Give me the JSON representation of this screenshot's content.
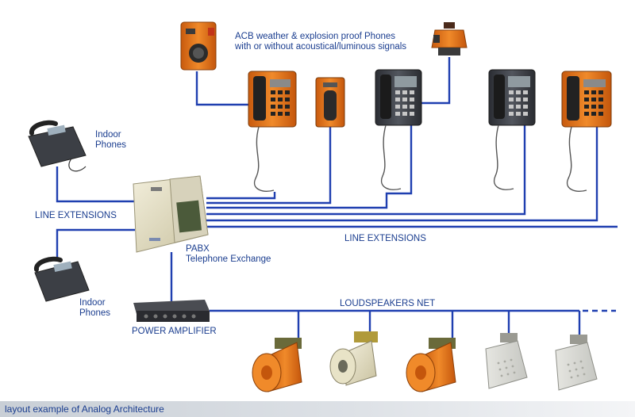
{
  "labels": {
    "acb_line1": "ACB weather & explosion proof Phones",
    "acb_line2": "with or without acoustical/luminous signals",
    "indoor_top_1": "Indoor",
    "indoor_top_2": "Phones",
    "line_ext_left": "LINE EXTENSIONS",
    "line_ext_right": "LINE EXTENSIONS",
    "pabx_1": "PABX",
    "pabx_2": "Telephone Exchange",
    "indoor_bottom_1": "Indoor",
    "indoor_bottom_2": "Phones",
    "power_amp": "POWER AMPLIFIER",
    "loudspeakers_net": "LOUDSPEAKERS NET"
  },
  "footer": {
    "caption": "layout example of Analog Architecture"
  },
  "colors": {
    "line": "#1f3fb0",
    "orange": "#e8781c",
    "dark_phone": "#3a3d44",
    "text": "#1a3d8f",
    "cream": "#ded8b8"
  },
  "icons": {
    "phones": [
      "indoor-desk-phone",
      "weatherproof-phone-orange",
      "weatherproof-phone-black",
      "beacon-horn-icon"
    ],
    "speakers": [
      "horn-speaker-orange",
      "horn-speaker-cream",
      "horn-speaker-orange",
      "box-speaker-cream",
      "box-speaker-cream"
    ]
  }
}
